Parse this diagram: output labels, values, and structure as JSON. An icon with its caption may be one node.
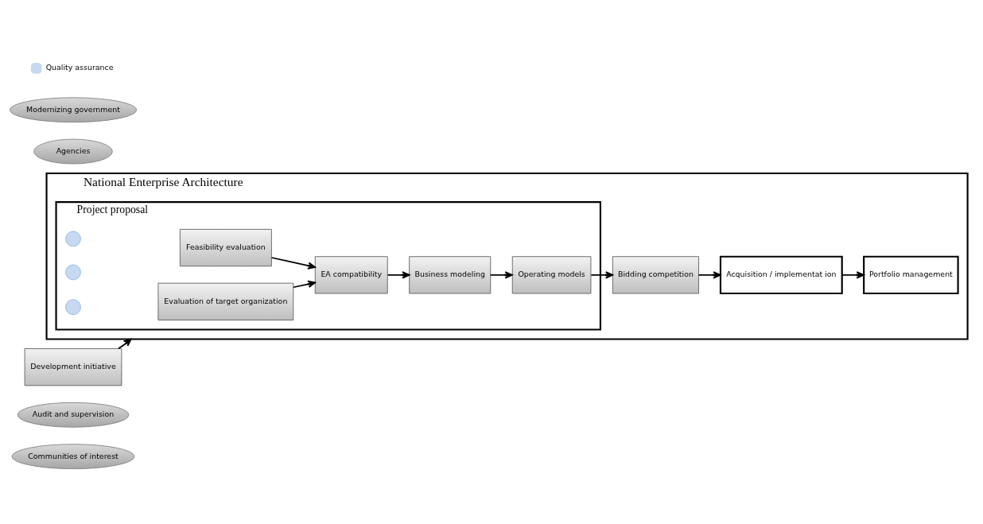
{
  "diagram": {
    "nodes": [
      {
        "text": [
          "Communities of interest"
        ]
      },
      {
        "text": [
          "Audit and supervision"
        ]
      },
      {
        "text": [
          "National Enterprise Architecture"
        ]
      },
      {
        "text": [
          "Project proposal"
        ],
        "in": 2
      },
      {
        "text": [
          "Feasibility evaluation"
        ],
        "in": 3
      },
      {
        "text": [
          "Development initiative"
        ]
      },
      {
        "text": [
          "EA compatibility"
        ],
        "in": 3
      },
      {
        "text": [
          "Business modeling"
        ],
        "in": 3
      },
      {
        "text": [
          "Operating models"
        ],
        "in": 3
      },
      {
        "text": [
          "Bidding competition"
        ],
        "in": 2
      },
      {
        "text": [
          "Acquisition / implementat ion"
        ],
        "in": 2
      },
      {
        "text": [
          "Portfolio management"
        ],
        "in": 2
      },
      {
        "text": [
          "Evaluation of target organization"
        ],
        "in": 3
      },
      {
        "text": [
          "Agencies"
        ]
      },
      {
        "text": [
          "Modernizing government"
        ]
      },
      {
        "text": [],
        "shape": "circle",
        "in": 3
      },
      {
        "text": [],
        "shape": "circle",
        "in": 3
      },
      {
        "text": [],
        "shape": "circle",
        "in": 3
      }
    ],
    "edges": [
      {
        "from": 5,
        "to": 2,
        "arrow": "to"
      },
      {
        "from": 4,
        "to": 6,
        "arrow": "to"
      },
      {
        "from": 12,
        "to": 6,
        "arrow": "to"
      },
      {
        "from": 6,
        "to": 7,
        "arrow": "to"
      },
      {
        "from": 7,
        "to": 8,
        "arrow": "to"
      },
      {
        "from": 8,
        "to": 9,
        "arrow": "to"
      },
      {
        "from": 9,
        "to": 10,
        "arrow": "to"
      },
      {
        "from": 10,
        "to": 11,
        "arrow": "to"
      }
    ],
    "legend": [
      {
        "text": "Quality assurance",
        "color": "#c6d9f1"
      }
    ]
  }
}
